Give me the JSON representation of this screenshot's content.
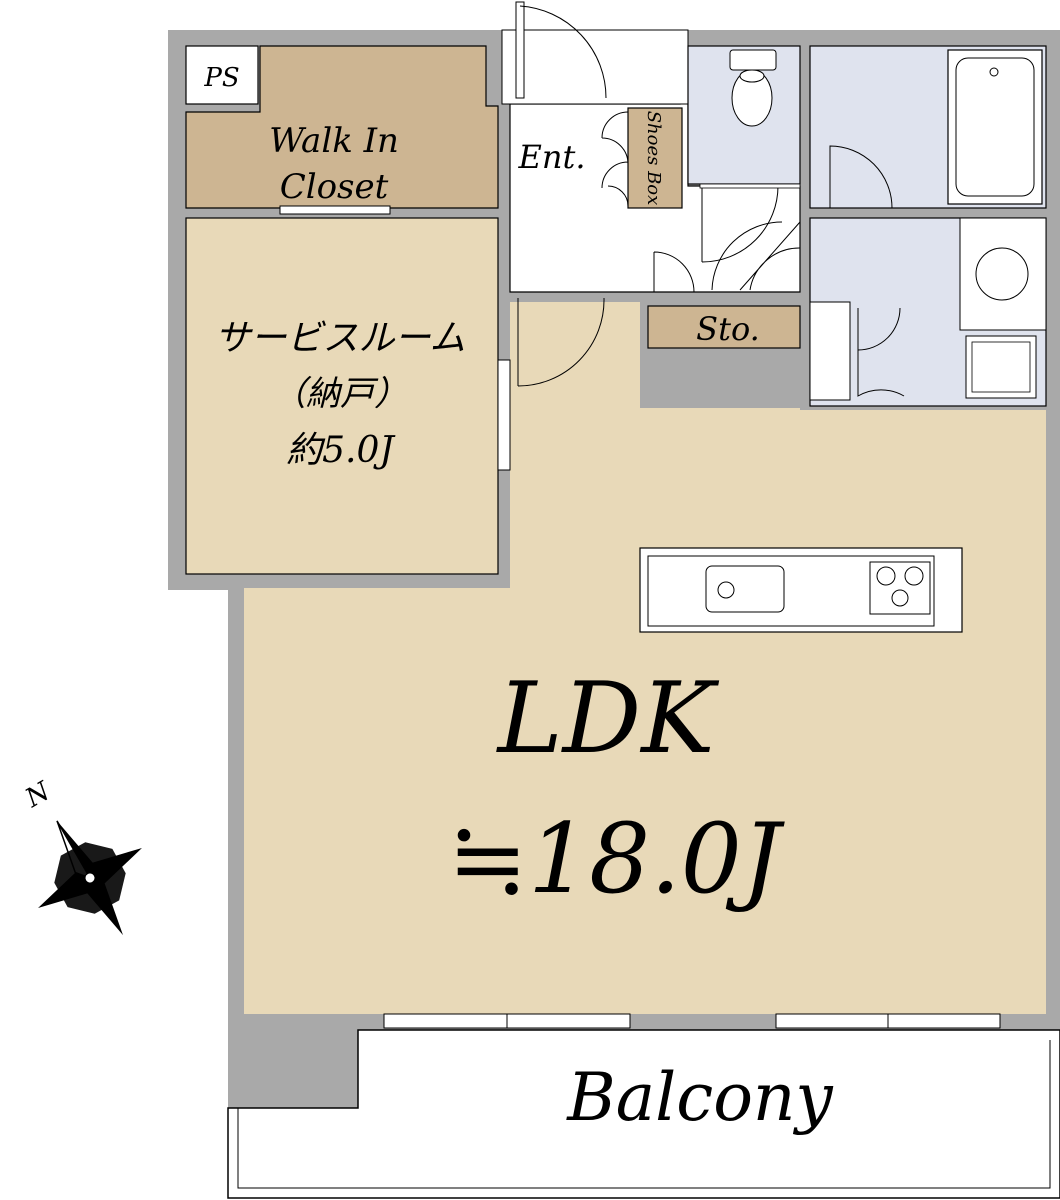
{
  "rooms": {
    "ps": "PS",
    "walk_in_closet": [
      "Walk In",
      "Closet"
    ],
    "entrance": "Ent.",
    "shoes_box": "Shoes Box",
    "storage": "Sto.",
    "service_room": {
      "name": "サービスルーム",
      "sub": "（納戸）",
      "size": "約5.0J"
    },
    "ldk": {
      "name": "LDK",
      "size": "≒18.0J"
    },
    "balcony": "Balcony"
  },
  "compass": {
    "north_label": "N"
  },
  "colors": {
    "wall": "#a9a9a9",
    "room_beige": "#e8d9b8",
    "closet_tan": "#cdb592",
    "wet_area_blue": "#dfe3ee",
    "white": "#ffffff",
    "line": "#000000"
  }
}
